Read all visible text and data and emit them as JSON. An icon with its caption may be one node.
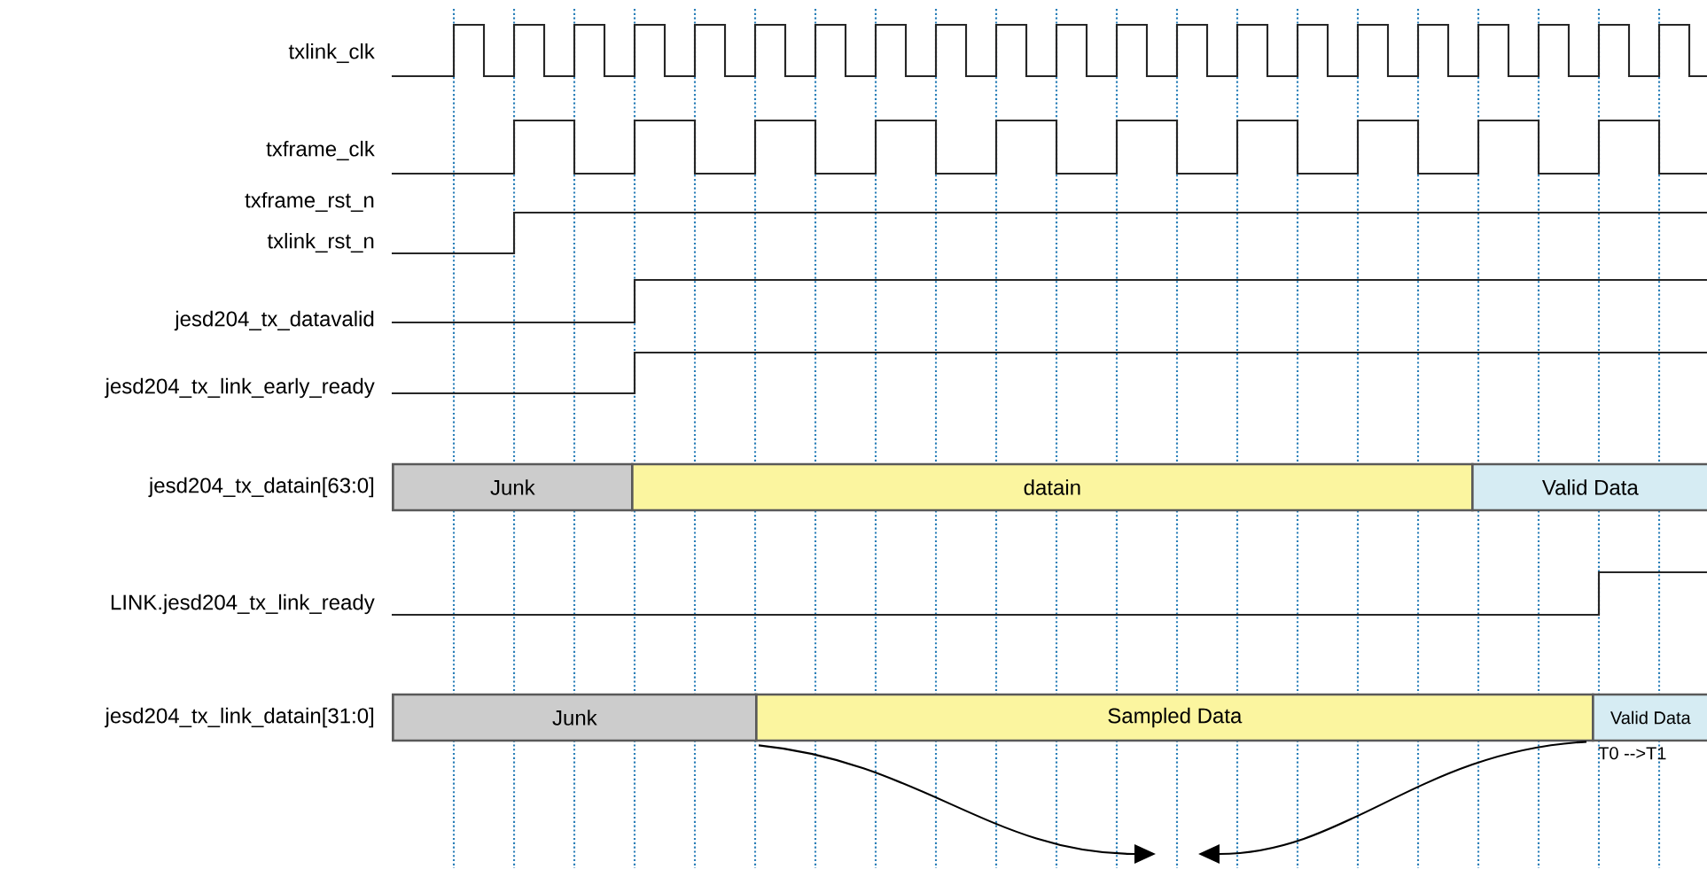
{
  "diagram": {
    "nodes": [
      {
        "text": [
          "Junk"
        ]
      },
      {
        "text": [
          "datain"
        ]
      },
      {
        "text": [
          "Valid Data"
        ]
      },
      {
        "text": [
          "Junk"
        ]
      },
      {
        "text": [
          "Sampled Data"
        ]
      },
      {
        "text": [
          "Valid Data"
        ],
        "beside": [
          "T0 -->T1"
        ]
      }
    ],
    "edges": [
      {
        "from": 4,
        "to": null,
        "arrow": "to"
      },
      {
        "from": 5,
        "to": null,
        "arrow": "to"
      }
    ],
    "labels": [
      "txlink_clk",
      "txframe_clk",
      "txframe_rst_n",
      "txlink_rst_n",
      "jesd204_tx_datavalid",
      "jesd204_tx_link_early_ready",
      "jesd204_tx_datain[63:0]",
      "LINK.jesd204_tx_link_ready",
      "jesd204_tx_link_datain[31:0]"
    ]
  }
}
